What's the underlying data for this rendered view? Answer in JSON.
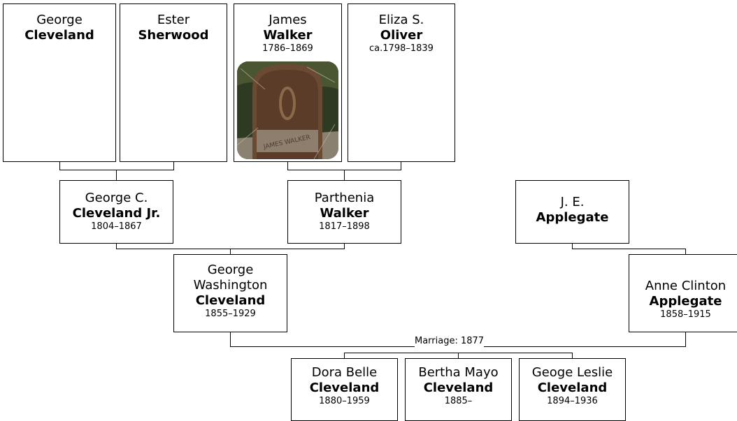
{
  "people": {
    "george_cleveland": {
      "first": "George",
      "last": "Cleveland",
      "dates": ""
    },
    "ester_sherwood": {
      "first": "Ester",
      "last": "Sherwood",
      "dates": ""
    },
    "james_walker": {
      "first": "James",
      "last": "Walker",
      "dates": "1786–1869"
    },
    "eliza_oliver": {
      "first": "Eliza S.",
      "last": "Oliver",
      "dates": "ca.1798–1839"
    },
    "george_c_cleveland_jr": {
      "first": "George C.",
      "last": "Cleveland Jr.",
      "dates": "1804–1867"
    },
    "parthenia_walker": {
      "first": "Parthenia",
      "last": "Walker",
      "dates": "1817–1898"
    },
    "je_applegate": {
      "first": "J. E.",
      "last": "Applegate",
      "dates": ""
    },
    "george_washington_cleveland": {
      "first": "George\nWashington",
      "last": "Cleveland",
      "dates": "1855–1929"
    },
    "anne_clinton_applegate": {
      "first": "Anne Clinton",
      "last": "Applegate",
      "dates": "1858–1915"
    },
    "dora_belle_cleveland": {
      "first": "Dora Belle",
      "last": "Cleveland",
      "dates": "1880–1959"
    },
    "bertha_mayo_cleveland": {
      "first": "Bertha Mayo",
      "last": "Cleveland",
      "dates": "1885–"
    },
    "geoge_leslie_cleveland": {
      "first": "Geoge Leslie",
      "last": "Cleveland",
      "dates": "1894–1936"
    }
  },
  "marriage_label": "Marriage: 1877",
  "photo": {
    "subject": "gravestone",
    "inscription": "JAMES WALKER"
  },
  "colors": {
    "line": "#000000",
    "box_border": "#000000",
    "background": "#ffffff"
  }
}
